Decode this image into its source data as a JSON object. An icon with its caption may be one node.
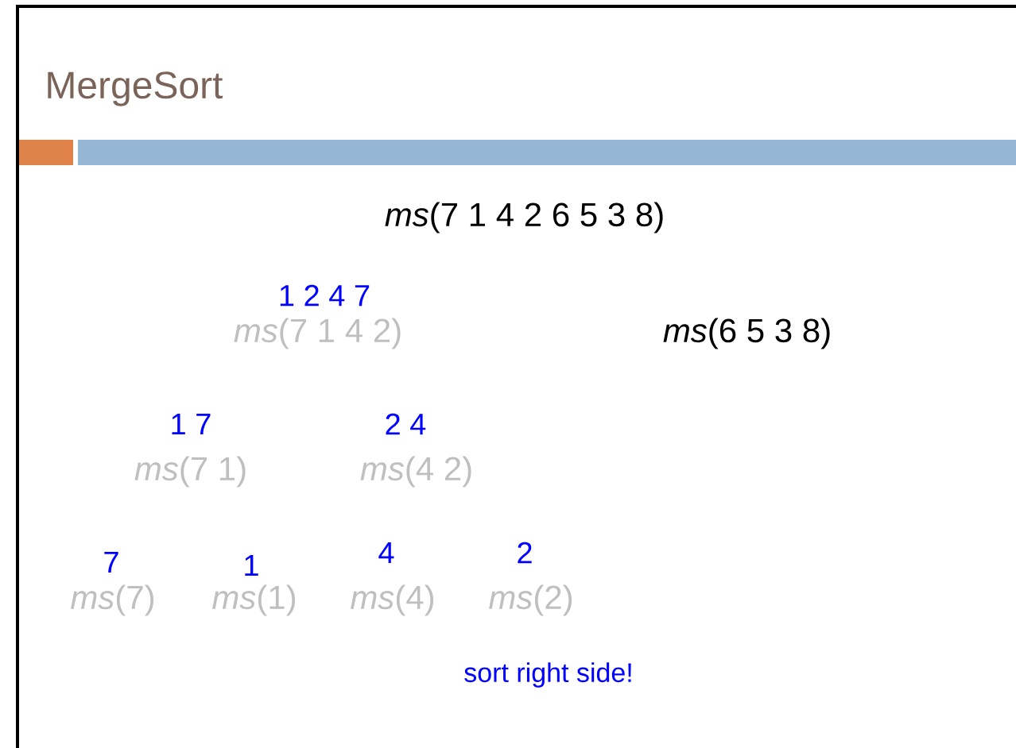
{
  "diagram": {
    "title": "MergeSort",
    "nodes": [
      {
        "text": [
          "*ms*(7 1 4 2 6 5 3 8)"
        ]
      },
      {
        "text": [
          "*ms*(7 1 4 2)"
        ],
        "beside": [
          "1 2 4 7"
        ]
      },
      {
        "text": [
          "*ms*(6 5 3 8)"
        ]
      },
      {
        "text": [
          "*ms*(7 1)"
        ],
        "beside": [
          "1 7"
        ]
      },
      {
        "text": [
          "*ms*(4 2)"
        ],
        "beside": [
          "2 4"
        ]
      },
      {
        "text": [
          "*ms*(7)"
        ],
        "beside": [
          "7"
        ]
      },
      {
        "text": [
          "*ms*(1)"
        ],
        "beside": [
          "1"
        ]
      },
      {
        "text": [
          "*ms*(4)"
        ],
        "beside": [
          "4"
        ]
      },
      {
        "text": [
          "*ms*(2)"
        ],
        "beside": [
          "2"
        ]
      }
    ],
    "labels": [
      "sort right side!"
    ]
  }
}
